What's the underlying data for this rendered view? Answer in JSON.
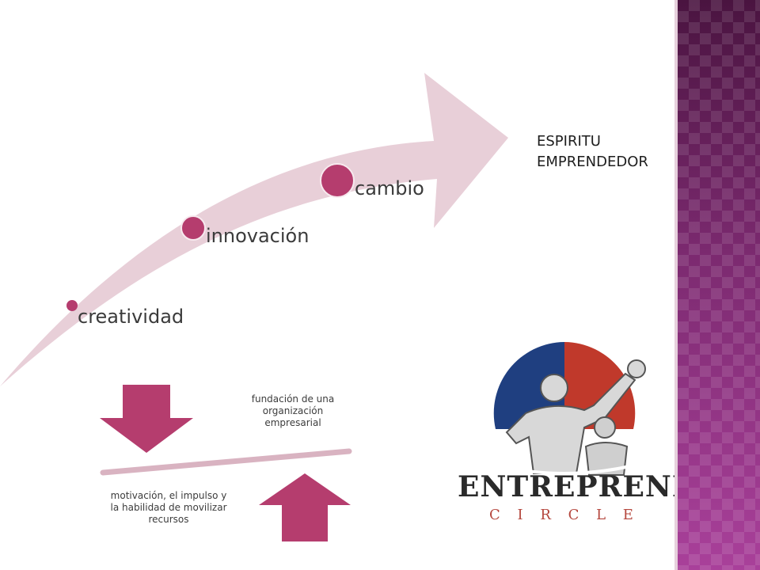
{
  "title": {
    "line1": "ESPIRITU",
    "line2": "EMPRENDEDOR"
  },
  "steps": [
    {
      "label": "creatividad"
    },
    {
      "label": "innovación"
    },
    {
      "label": "cambio"
    }
  ],
  "balance": {
    "top_note": "fundación de una organización empresarial",
    "bottom_note": "motivación, el impulso y la habilidad de movilizar recursos"
  },
  "logo": {
    "word1": "ENTREPRENEUR",
    "word2": "C I R C L E"
  },
  "colors": {
    "arrow": "#e8cfd8",
    "accent": "#b53d6e",
    "side_band": "#7a2c6c",
    "logo_red": "#c0392b",
    "logo_blue": "#1f3f80"
  }
}
